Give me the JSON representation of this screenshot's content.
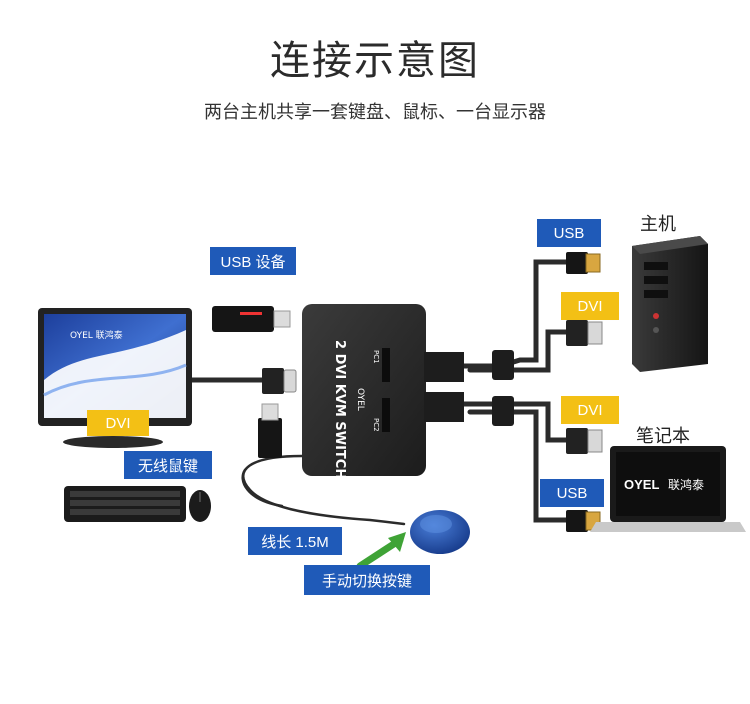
{
  "title": "连接示意图",
  "subtitle": "两台主机共享一套键盘、鼠标、一台显示器",
  "labels": {
    "usb_device": "USB 设备",
    "dvi_monitor": "DVI",
    "wireless_km": "无线鼠键",
    "cable_length": "线长 1.5M",
    "manual_button": "手动切换按键",
    "usb_host": "USB",
    "dvi_host": "DVI",
    "host": "主机",
    "dvi_laptop": "DVI",
    "laptop": "笔记本",
    "usb_laptop": "USB"
  },
  "switch": {
    "model": "2 DVI KVM SWITCH",
    "brand": "OYEL",
    "port1": "PC1",
    "port2": "PC2"
  },
  "monitor_brand": "OYEL 联鸿泰",
  "laptop_brand": "OYEL",
  "laptop_brand_cn": "联鸿泰",
  "colors": {
    "label_blue": "#1f5ab8",
    "label_yellow": "#f3c015",
    "arrow_green": "#3fa336",
    "device_dark": "#2a2a2a"
  }
}
